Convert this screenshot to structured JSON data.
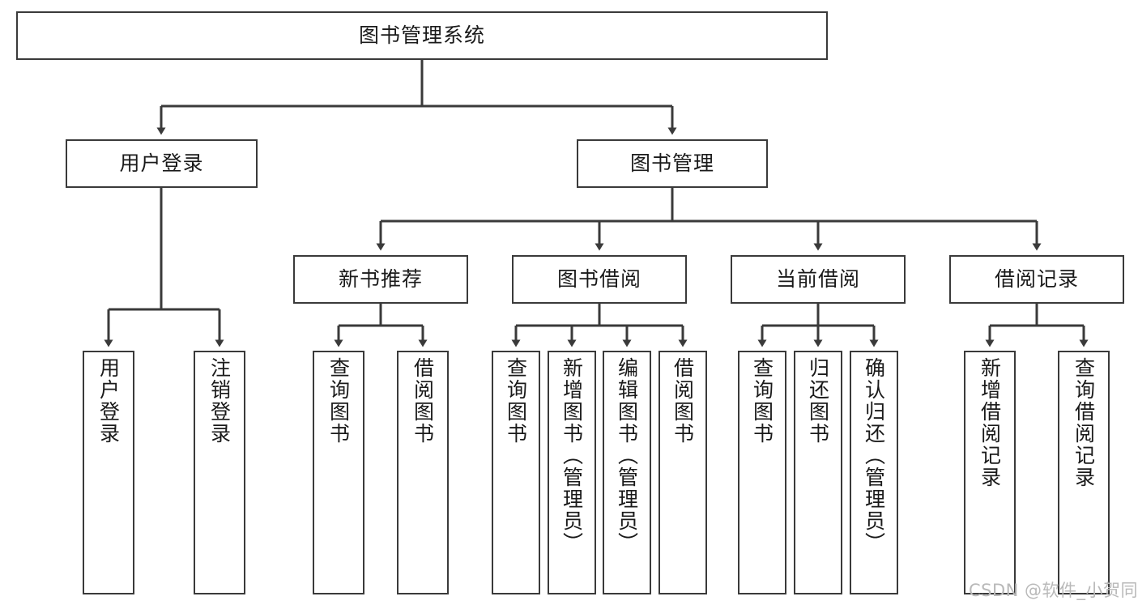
{
  "diagram": {
    "type": "tree-hierarchy-chart",
    "title": "图书管理系统",
    "line_color": "#3a3a3a",
    "box_fill": "#ffffff",
    "text_color": "#1a1a1a",
    "watermark": "CSDN @软件_小贺同学",
    "watermark_color": "#b9b9b9"
  },
  "nodes": {
    "root": {
      "label": "图书管理系统"
    },
    "level2": [
      {
        "label": "用户登录"
      },
      {
        "label": "图书管理"
      }
    ],
    "level3": [
      {
        "label": "新书推荐"
      },
      {
        "label": "图书借阅"
      },
      {
        "label": "当前借阅"
      },
      {
        "label": "借阅记录"
      }
    ],
    "leaves_user_login": [
      {
        "label": "用户登录"
      },
      {
        "label": "注销登录"
      }
    ],
    "leaves_new_book": [
      {
        "label": "查询图书"
      },
      {
        "label": "借阅图书"
      }
    ],
    "leaves_borrow": [
      {
        "label": "查询图书"
      },
      {
        "label": "新增图书（管理员）"
      },
      {
        "label": "编辑图书（管理员）"
      },
      {
        "label": "借阅图书"
      }
    ],
    "leaves_current": [
      {
        "label": "查询图书"
      },
      {
        "label": "归还图书"
      },
      {
        "label": "确认归还（管理员）"
      }
    ],
    "leaves_records": [
      {
        "label": "新增借阅记录"
      },
      {
        "label": "查询借阅记录"
      }
    ]
  }
}
